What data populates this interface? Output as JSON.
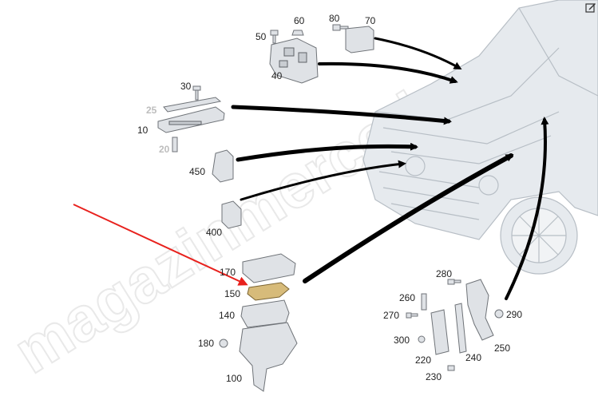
{
  "watermark": "magazinmercedes.com",
  "toolbar": {
    "edit_icon": "edit-icon"
  },
  "diagram": {
    "highlighted_part": "150",
    "part_labels": {
      "p10": "10",
      "p20": "20",
      "p25": "25",
      "p30": "30",
      "p40": "40",
      "p50": "50",
      "p60": "60",
      "p70": "70",
      "p80": "80",
      "p100": "100",
      "p140": "140",
      "p150": "150",
      "p170": "170",
      "p180": "180",
      "p220": "220",
      "p230": "230",
      "p240": "240",
      "p250": "250",
      "p260": "260",
      "p270": "270",
      "p280": "280",
      "p290": "290",
      "p300": "300",
      "p400": "400",
      "p450": "450"
    }
  },
  "colors": {
    "pointer_arrow": "#e8211d",
    "callout_arrows": "#000000",
    "highlight": "#d7bb7a"
  }
}
